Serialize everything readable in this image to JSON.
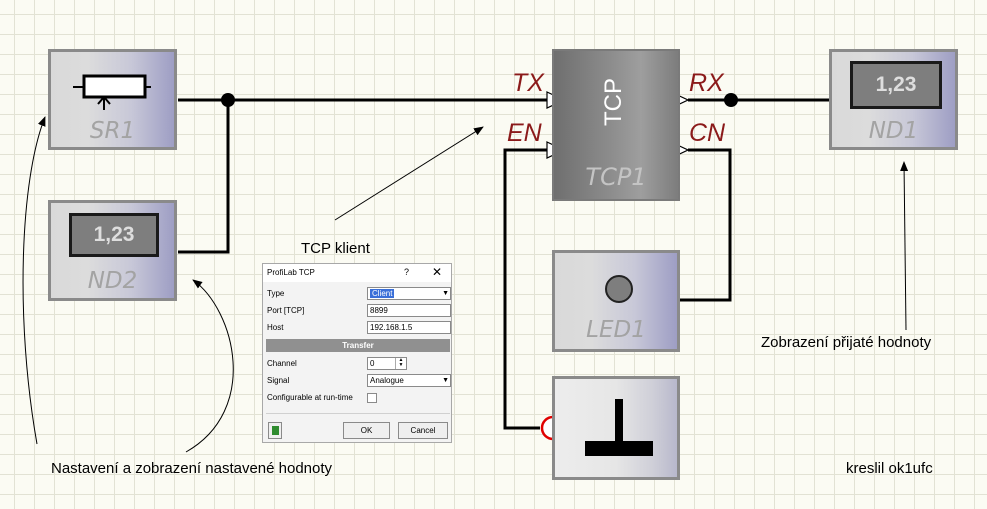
{
  "blocks": {
    "sr1": {
      "name": "SR1"
    },
    "nd2": {
      "name": "ND2",
      "display": "1,23"
    },
    "tcp1": {
      "name": "TCP1",
      "label": "TCP"
    },
    "nd1": {
      "name": "ND1",
      "display": "1,23"
    },
    "led1": {
      "name": "LED1"
    }
  },
  "pins": {
    "tx": "TX",
    "en": "EN",
    "rx": "RX",
    "cn": "CN"
  },
  "notes": {
    "tcp_client": "TCP klient",
    "received": "Zobrazení přijaté hodnoty",
    "setting": "Nastavení a zobrazení nastavené hodnoty",
    "author": "kreslil ok1ufc"
  },
  "dialog": {
    "title": "ProfiLab TCP",
    "help": "?",
    "close": "✕",
    "type_label": "Type",
    "type_value": "Client",
    "port_label": "Port [TCP]",
    "port_value": "8899",
    "host_label": "Host",
    "host_value": "192.168.1.5",
    "section": "Transfer",
    "channel_label": "Channel",
    "channel_value": "0",
    "signal_label": "Signal",
    "signal_value": "Analogue",
    "runtime_label": "Configurable at run-time",
    "ok": "OK",
    "cancel": "Cancel"
  },
  "colors": {
    "wire": "#000000",
    "pin_label": "#8b1a1a",
    "neg_pin": "#e00000"
  }
}
